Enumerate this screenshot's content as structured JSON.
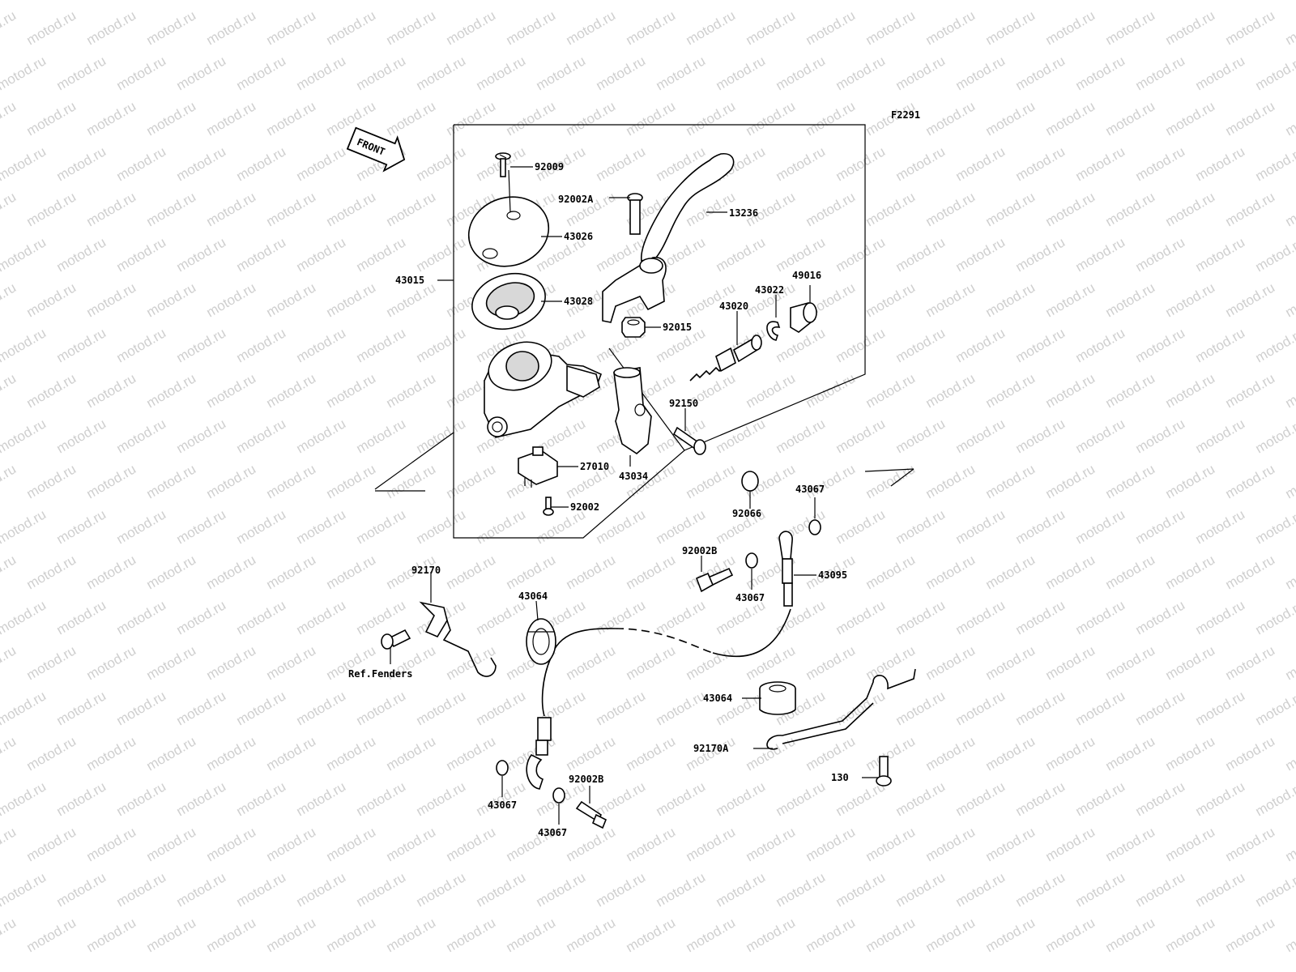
{
  "diagram": {
    "code": "F2291",
    "front_label": "FRONT",
    "watermark": "motod.ru",
    "parts": [
      {
        "id": "p92009",
        "number": "92009"
      },
      {
        "id": "p92002A",
        "number": "92002A"
      },
      {
        "id": "p13236",
        "number": "13236"
      },
      {
        "id": "p43026",
        "number": "43026"
      },
      {
        "id": "p43015",
        "number": "43015"
      },
      {
        "id": "p43028",
        "number": "43028"
      },
      {
        "id": "p49016",
        "number": "49016"
      },
      {
        "id": "p43022",
        "number": "43022"
      },
      {
        "id": "p43020",
        "number": "43020"
      },
      {
        "id": "p92015",
        "number": "92015"
      },
      {
        "id": "p92150",
        "number": "92150"
      },
      {
        "id": "p27010",
        "number": "27010"
      },
      {
        "id": "p43034",
        "number": "43034"
      },
      {
        "id": "p92002",
        "number": "92002"
      },
      {
        "id": "p92066",
        "number": "92066"
      },
      {
        "id": "p43067a",
        "number": "43067"
      },
      {
        "id": "p92002B_top",
        "number": "92002B"
      },
      {
        "id": "p43067b",
        "number": "43067"
      },
      {
        "id": "p43095",
        "number": "43095"
      },
      {
        "id": "p92170",
        "number": "92170"
      },
      {
        "id": "p43064a",
        "number": "43064"
      },
      {
        "id": "pref",
        "number": "Ref.Fenders"
      },
      {
        "id": "p43064b",
        "number": "43064"
      },
      {
        "id": "p92170A",
        "number": "92170A"
      },
      {
        "id": "p130",
        "number": "130"
      },
      {
        "id": "p92002B_bot",
        "number": "92002B"
      },
      {
        "id": "p43067c",
        "number": "43067"
      },
      {
        "id": "p43067d",
        "number": "43067"
      }
    ]
  }
}
